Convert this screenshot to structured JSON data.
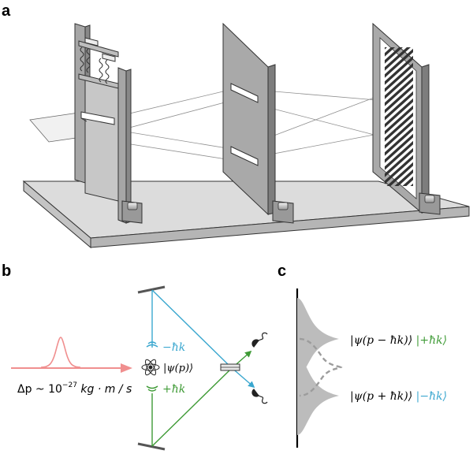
{
  "panels": {
    "a": {
      "label": "a"
    },
    "b": {
      "label": "b",
      "delta_p": "Δp ~ 10",
      "delta_p_exp": "−27",
      "delta_p_units": " kg · m / s",
      "psi_state": "|ψ(p)⟩",
      "minus_hk": "−ħk",
      "plus_hk": "+ħk"
    },
    "c": {
      "label": "c",
      "state_upper": "|ψ(p − ħk)⟩",
      "ket_upper": "|+ħk⟩",
      "state_lower": "|ψ(p + ħk)⟩",
      "ket_lower": "|−ħk⟩"
    }
  },
  "colors": {
    "beam_pink": "#f08f8f",
    "blue": "#3aa7cf",
    "green": "#3e9a35",
    "panel_gray": "#a9a9a9",
    "base_gray": "#d3d3d3",
    "gauss_fill": "#bcbcbc",
    "dashed": "#9c9c9c"
  }
}
